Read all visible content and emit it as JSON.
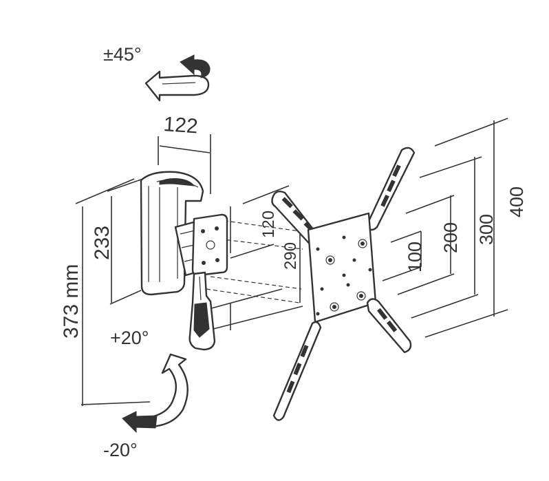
{
  "diagram": {
    "labels": {
      "swivel_angle": "±45°",
      "arm_depth": "122",
      "bracket_height": "233",
      "overall_height": "373 mm",
      "tilt_up": "+20°",
      "tilt_down": "-20°",
      "vesa_h_small": "120",
      "vesa_v_small": "290",
      "vesa_100": "100",
      "vesa_200": "200",
      "vesa_300": "300",
      "vesa_400": "400"
    },
    "colors": {
      "line": "#333333",
      "background": "#ffffff"
    },
    "icons": {
      "swivel": "rotate-arrow-icon",
      "tilt": "tilt-arrow-icon"
    }
  }
}
